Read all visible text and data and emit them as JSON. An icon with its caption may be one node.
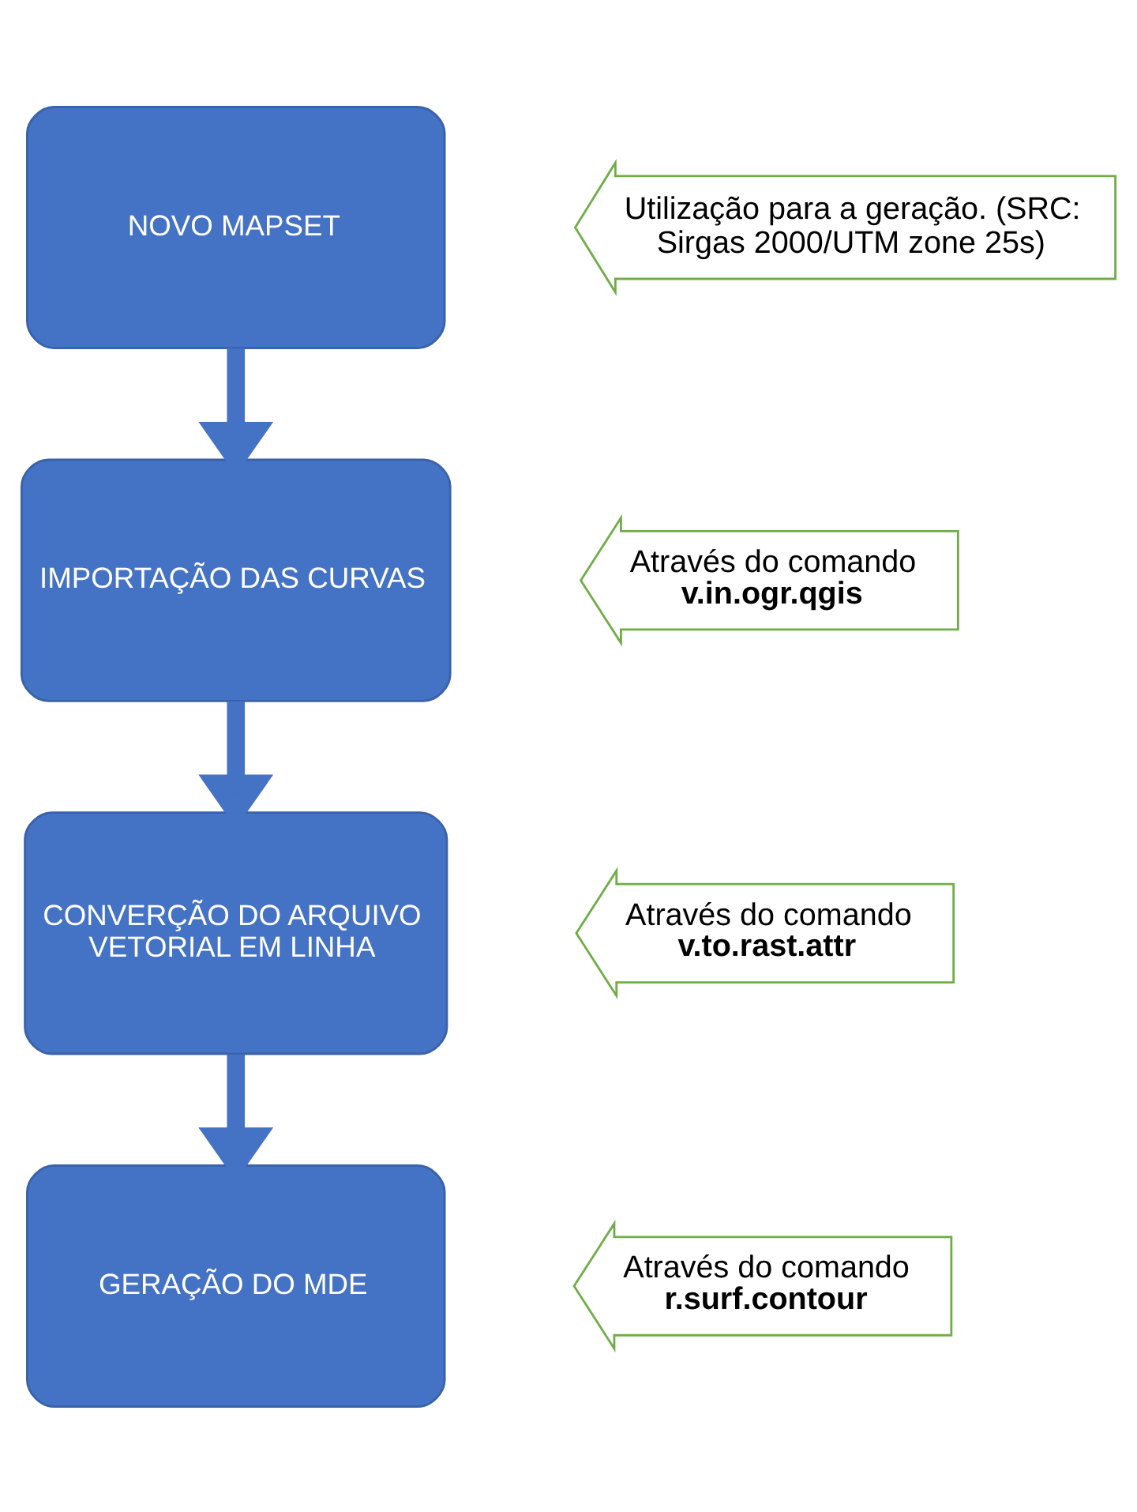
{
  "diagram": {
    "nodes": [
      {
        "text": [
          "NOVO MAPSET"
        ]
      },
      {
        "text": [
          "Utilização para a geração. (SRC: Sirgas 2000/UTM zone 25s)"
        ]
      },
      {
        "text": [
          "IMPORTAÇÃO DAS CURVAS"
        ]
      },
      {
        "text": [
          "Através do comando **v.in.ogr.qgis**"
        ]
      },
      {
        "text": [
          "CONVERÇÃO DO ARQUIVO VETORIAL EM LINHA"
        ]
      },
      {
        "text": [
          "Através do comando **v.to.rast.attr**"
        ]
      },
      {
        "text": [
          "GERAÇÃO DO MDE"
        ]
      },
      {
        "text": [
          "Através do comando **r.surf.contour**"
        ]
      }
    ],
    "edges": [
      {
        "from": 0,
        "to": 2,
        "arrow": "to"
      },
      {
        "from": 2,
        "to": 4,
        "arrow": "to"
      },
      {
        "from": 4,
        "to": 6,
        "arrow": "to"
      }
    ]
  }
}
